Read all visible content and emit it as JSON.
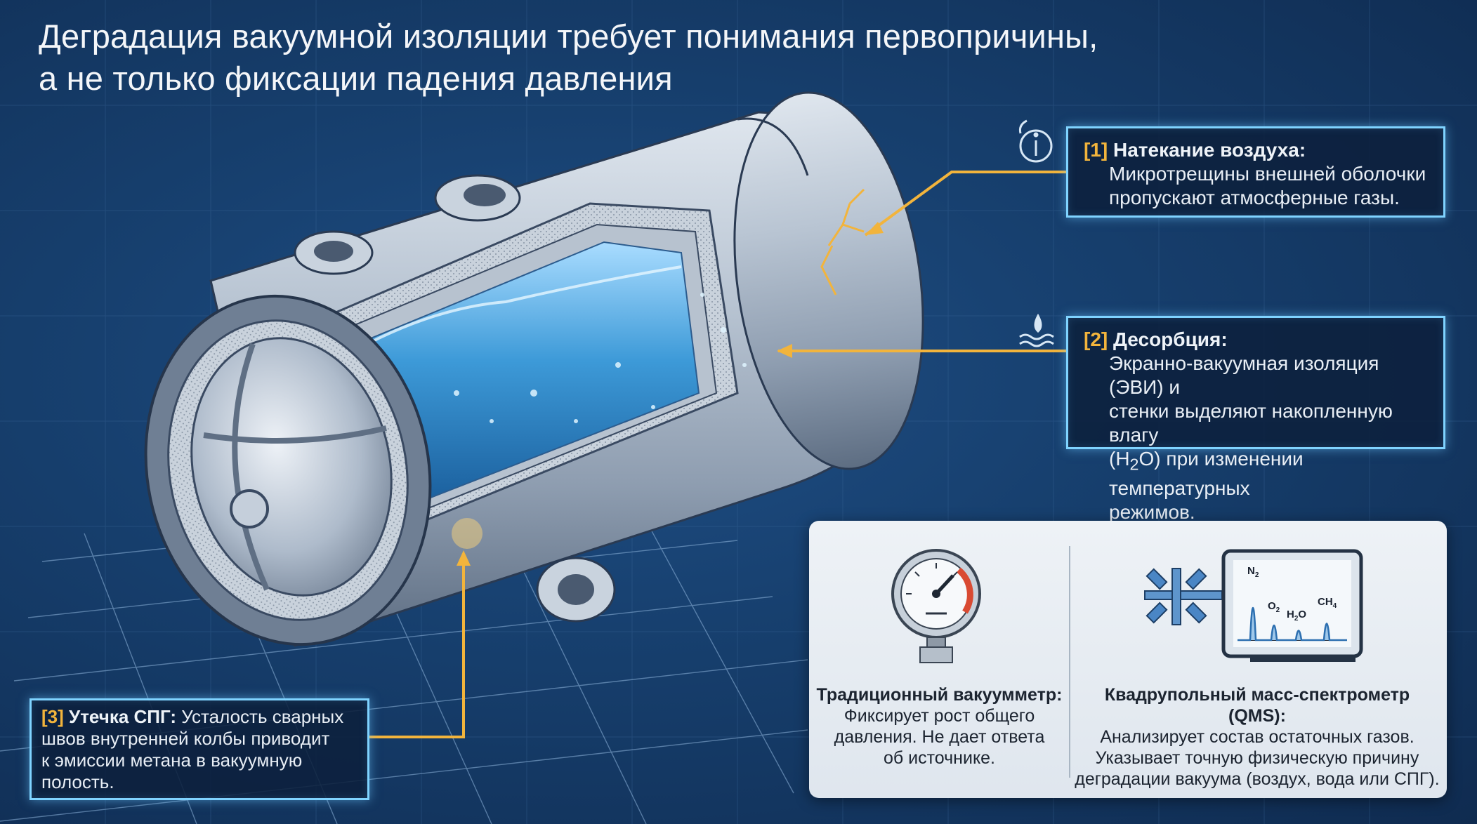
{
  "title": {
    "line1": "Деградация вакуумной изоляции требует понимания первопричины,",
    "line2": "а не только фиксации падения давления"
  },
  "callouts": {
    "air": {
      "num": "[1]",
      "head": "Натекание воздуха:",
      "line1": "Микротрещины внешней оболочки",
      "line2": "пропускают атмосферные газы.",
      "icon": "info-icon"
    },
    "desorption": {
      "num": "[2]",
      "head": "Десорбция:",
      "line1": "Экранно-вакуумная изоляция (ЭВИ) и",
      "line2": "стенки выделяют накопленную влагу",
      "line3_pre": "(H",
      "line3_sub": "2",
      "line3_post": "O) при изменении температурных",
      "line4": "режимов.",
      "icon": "water-drop-icon"
    },
    "lng": {
      "num": "[3]",
      "head": "Утечка СПГ:",
      "line1_rest": " Усталость сварных",
      "line2": "швов внутренней колбы приводит",
      "line3": "к эмиссии метана в вакуумную",
      "line4": "полость."
    }
  },
  "comparison": {
    "gauge": {
      "head": "Традиционный вакуумметр:",
      "line1": "Фиксирует рост общего",
      "line2": "давления. Не дает ответа",
      "line3": "об источнике."
    },
    "qms": {
      "head": "Квадрупольный масс-спектрометр (QMS):",
      "line1": "Анализирует состав остаточных газов.",
      "line2": "Указывает точную физическую причину",
      "line3": "деградации вакуума (воздух, вода или СПГ).",
      "peaks": {
        "n2": "N",
        "n2_sub": "2",
        "o2": "O",
        "o2_sub": "2",
        "h2o_a": "H",
        "h2o_sub": "2",
        "h2o_b": "O",
        "ch4": "CH",
        "ch4_sub": "4"
      }
    }
  },
  "colors": {
    "accent_orange": "#f2b43c",
    "callout_border": "#7fd3ff",
    "background": "#17406f",
    "liquid": "#3d9ad8"
  }
}
